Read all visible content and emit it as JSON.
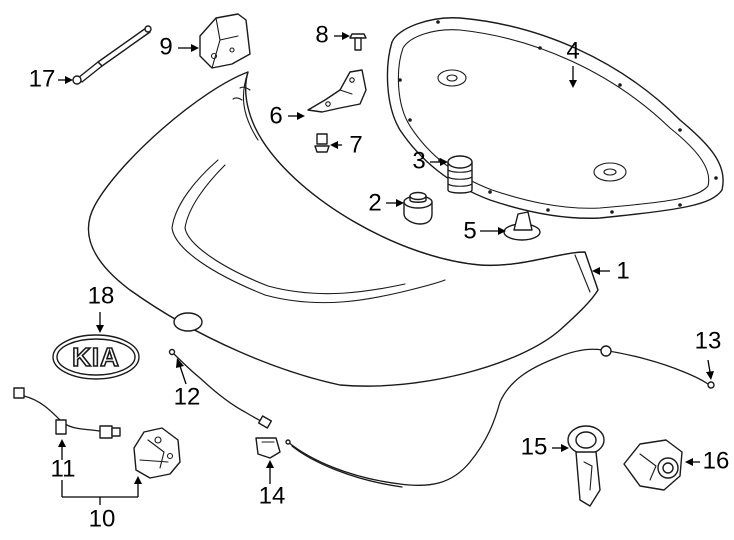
{
  "diagram": {
    "callouts": [
      {
        "id": "1",
        "label": "1"
      },
      {
        "id": "2",
        "label": "2"
      },
      {
        "id": "3",
        "label": "3"
      },
      {
        "id": "4",
        "label": "4"
      },
      {
        "id": "5",
        "label": "5"
      },
      {
        "id": "6",
        "label": "6"
      },
      {
        "id": "7",
        "label": "7"
      },
      {
        "id": "8",
        "label": "8"
      },
      {
        "id": "9",
        "label": "9"
      },
      {
        "id": "10",
        "label": "10"
      },
      {
        "id": "11",
        "label": "11"
      },
      {
        "id": "12",
        "label": "12"
      },
      {
        "id": "13",
        "label": "13"
      },
      {
        "id": "14",
        "label": "14"
      },
      {
        "id": "15",
        "label": "15"
      },
      {
        "id": "16",
        "label": "16"
      },
      {
        "id": "17",
        "label": "17"
      },
      {
        "id": "18",
        "label": "18"
      }
    ],
    "emblem_text": "KIA"
  }
}
